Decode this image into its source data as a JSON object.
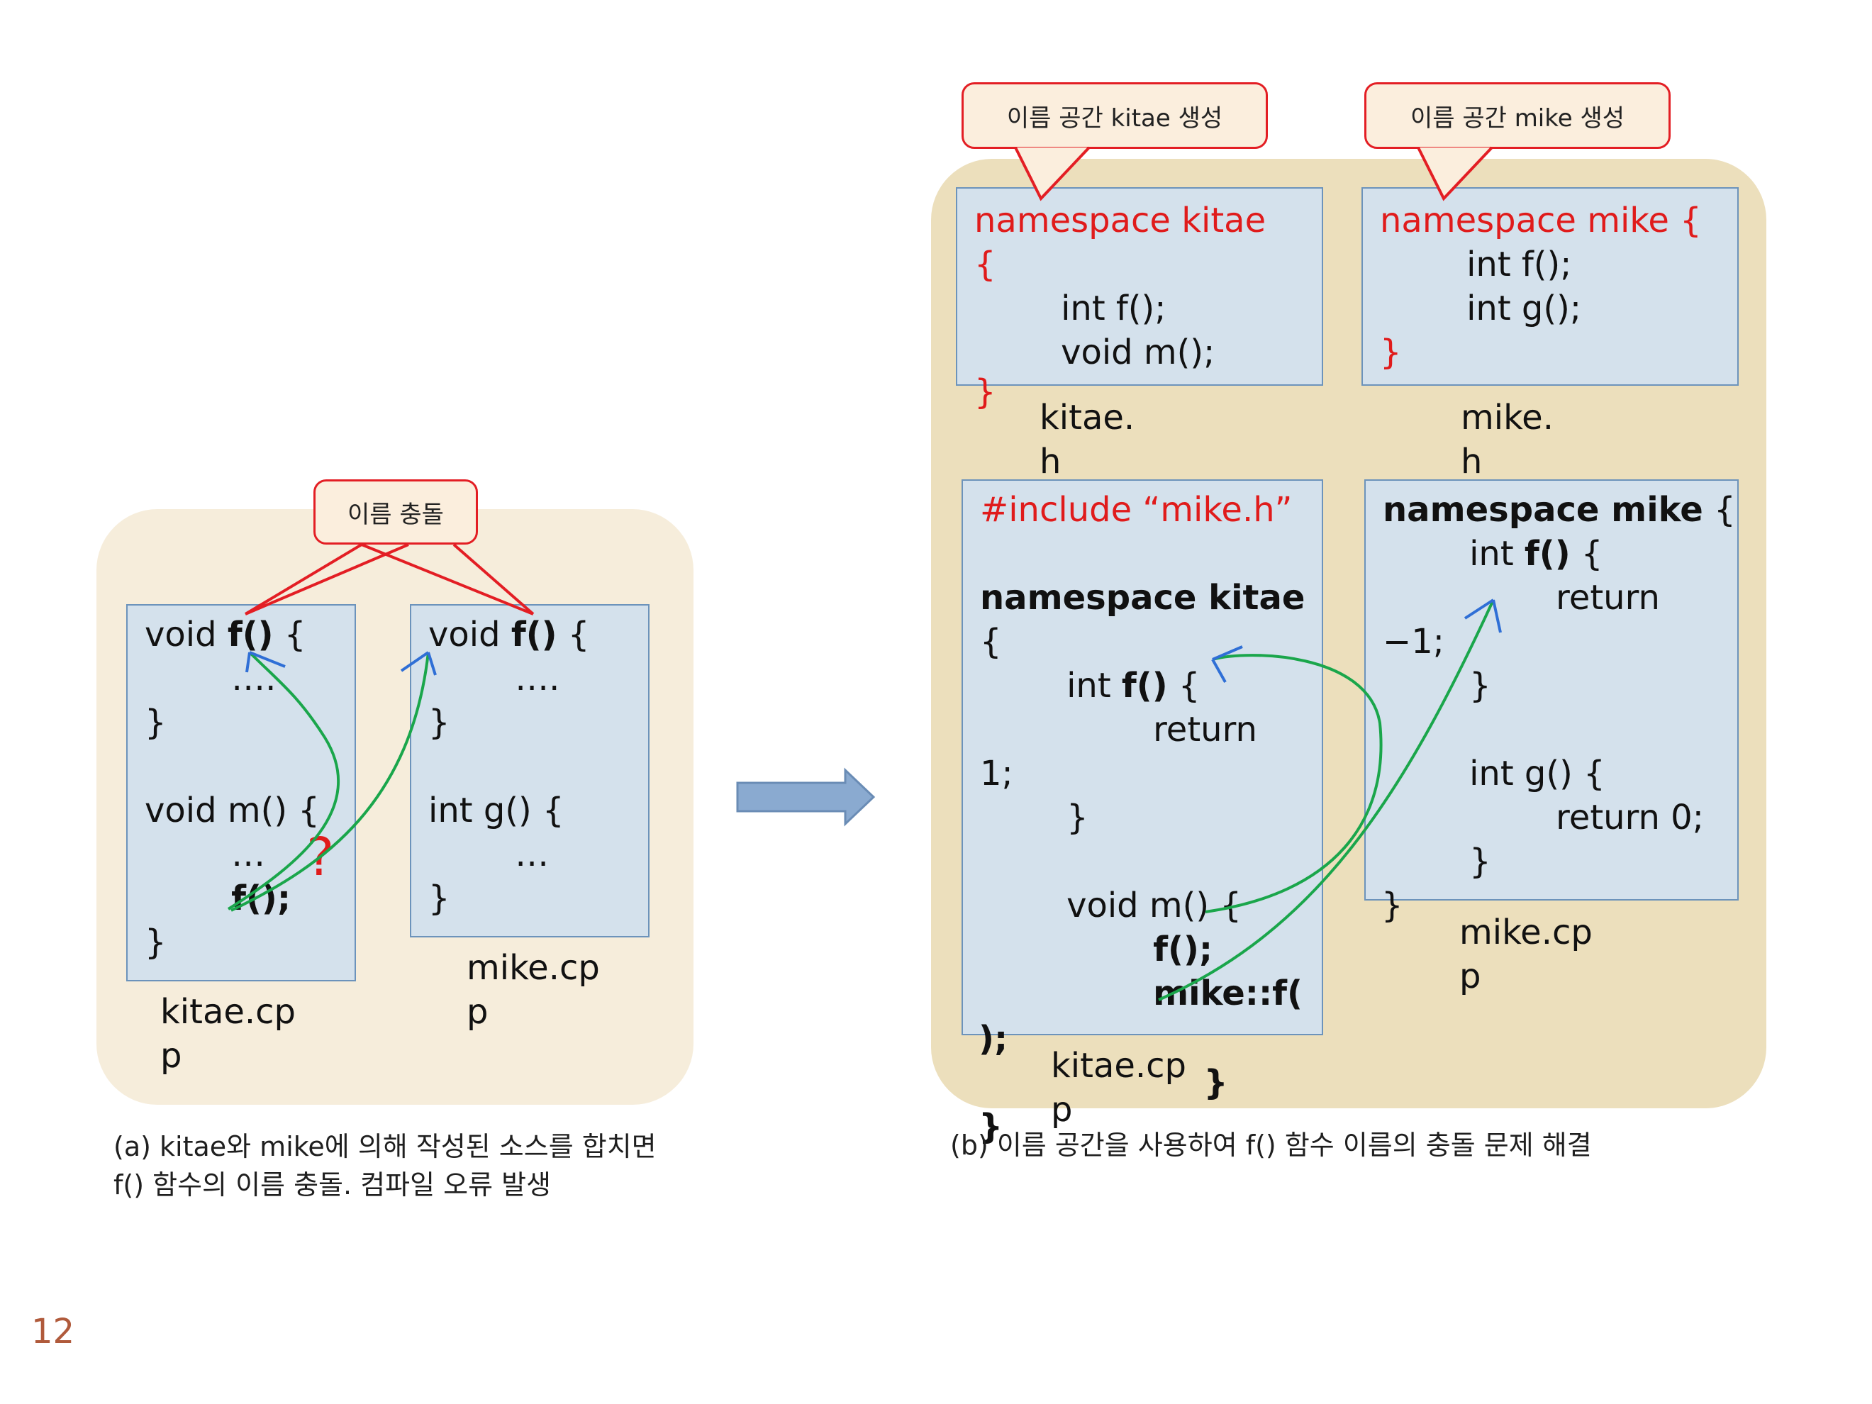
{
  "page_number": "12",
  "callouts": {
    "name_conflict": "이름 충돌",
    "create_kitae": "이름 공간 kitae 생성",
    "create_mike": "이름 공간 mike 생성"
  },
  "left": {
    "kitae_cpp": {
      "lines": [
        "void ",
        "f() {",
        "        ….",
        "}",
        "",
        "void m() {",
        "        …",
        "        f();",
        "}"
      ],
      "filename": "kitae.cp\np"
    },
    "mike_cpp": {
      "filename": "mike.cp\np"
    },
    "question_mark": "?",
    "caption": "(a) kitae와 mike에 의해 작성된 소스를 합치면\nf() 함수의 이름 충돌. 컴파일 오류 발생"
  },
  "right": {
    "kitae_h": {
      "ns_line": "namespace kitae",
      "open_brace": "{",
      "body": "        int f();\n        void m();",
      "close_brace": "}",
      "filename": "kitae.\nh"
    },
    "mike_h": {
      "ns_line": "namespace mike {",
      "body": "        int f();\n        int g();",
      "close_brace": "}",
      "filename": "mike.\nh"
    },
    "kitae_cpp": {
      "include_line": "#include “mike.h”",
      "ns_line": "namespace kitae",
      "filename": "kitae.cp\np"
    },
    "mike_cpp": {
      "ns_line": "namespace mike",
      "filename": "mike.cp\np"
    },
    "caption": "(b) 이름 공간을 사용하여 f() 함수 이름의 충돌 문제 해결"
  },
  "colors": {
    "arrow_green": "#1aa64b",
    "arrow_blue": "#2f6fd6",
    "callout_red": "#e31e24",
    "code_red": "#e01b1b"
  }
}
